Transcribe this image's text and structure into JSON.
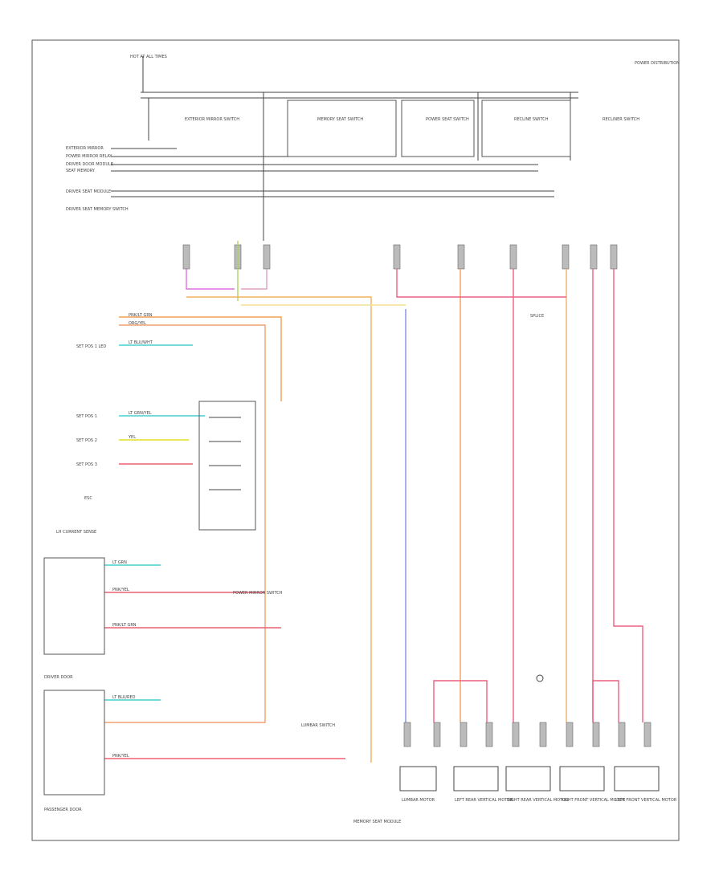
{
  "diagram": {
    "top_left_label": "HOT AT ALL TIMES",
    "top_right_label": "POWER DISTRIBUTION",
    "bottom_left_label": "",
    "left_side_labels": [
      "EXTERIOR MIRROR",
      "POWER MIRROR RELAY",
      "DRIVER DOOR MODULE",
      "SEAT MEMORY",
      "DRIVER SEAT MODULE",
      "DRIVER SEAT MEMORY SWITCH"
    ],
    "switch_labels": [
      "EXTERIOR MIRROR SWITCH",
      "MEMORY SEAT SWITCH",
      "POWER SEAT SWITCH",
      "RECLINE SWITCH",
      "RECLINER SWITCH"
    ],
    "wire_labels": [
      "PNK/LT GRN",
      "ORG/YEL",
      "LT BLU/WHT",
      "LT GRN/YEL",
      "YEL",
      "LT GRN",
      "PNK/YEL",
      "PNK/LT GRN",
      "LT BLU/RED",
      "PNK/YEL"
    ],
    "section_labels": [
      "SET POS 1 LED",
      "SET POS 1",
      "SET POS 2",
      "SET POS 3",
      "ESC",
      "LH CURRENT SENSE",
      "DRIVER DOOR",
      "PASSENGER DOOR"
    ],
    "center_labels": [
      "POWER MIRROR SWITCH",
      "LUMBAR SWITCH",
      "SPLICE",
      "MEMORY SEAT MODULE"
    ],
    "motor_labels": [
      "LUMBAR MOTOR",
      "LEFT REAR VERTICAL MOTOR",
      "RIGHT REAR VERTICAL MOTOR",
      "RIGHT FRONT VERTICAL MOTOR",
      "LEFT FRONT VERTICAL MOTOR"
    ]
  }
}
